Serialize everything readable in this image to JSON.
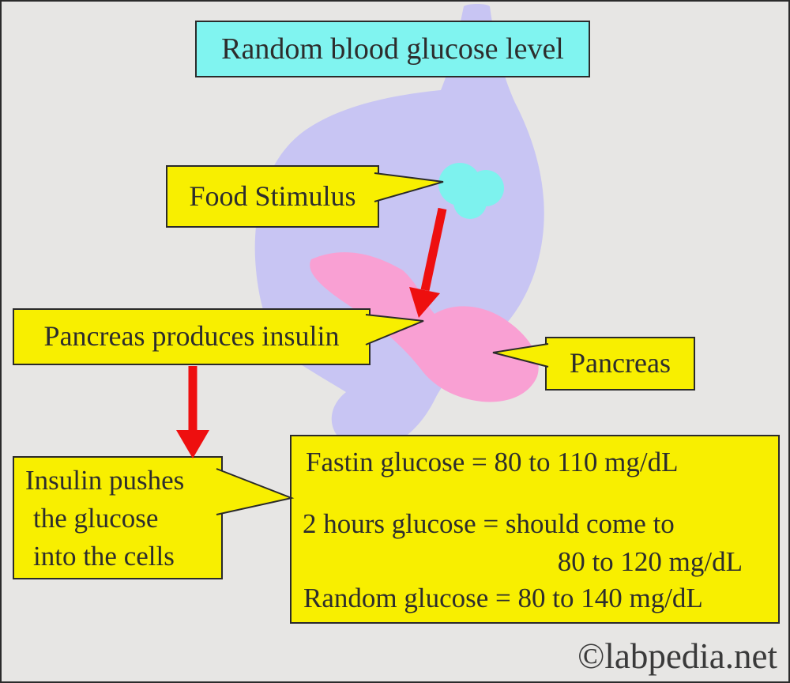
{
  "title": "Random blood glucose level",
  "callouts": {
    "food_stimulus": {
      "label": "Food Stimulus"
    },
    "pancreas_produces_insulin": {
      "label": "Pancreas produces insulin"
    },
    "pancreas": {
      "label": "Pancreas"
    },
    "insulin_pushes": {
      "lines": [
        "Insulin pushes",
        "the glucose",
        "into the cells"
      ]
    }
  },
  "values_box": {
    "lines": [
      "Fastin glucose = 80 to 110 mg/dL",
      "2 hours glucose = should come to",
      "80 to 120 mg/dL",
      "Random glucose = 80 to 140 mg/dL"
    ]
  },
  "watermark": "©labpedia.net",
  "colors": {
    "background": "#e7e6e4",
    "callout_yellow": "#f8ef00",
    "title_cyan": "#80f4f0",
    "stomach_lavender": "#c8c5f3",
    "pancreas_pink": "#f9a0d3",
    "food_cyan": "#7df2ee",
    "arrow_red": "#ee0f0f",
    "text": "#2d2d2d",
    "border": "#2a2a2a"
  },
  "diagram": {
    "shapes": [
      "stomach",
      "pancreas",
      "food-bolus"
    ],
    "arrows": [
      {
        "name": "food-to-pancreas",
        "from": "food-bolus",
        "to": "pancreas"
      },
      {
        "name": "insulin-flow",
        "from": "pancreas-produces-insulin-callout",
        "to": "insulin-pushes-callout"
      }
    ]
  }
}
